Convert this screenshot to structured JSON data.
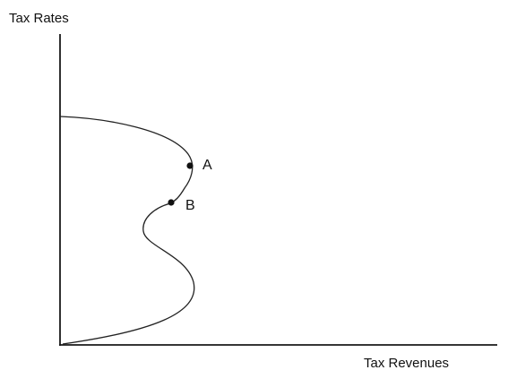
{
  "diagram": {
    "y_axis_label": "Tax Rates",
    "x_axis_label": "Tax Revenues",
    "points": [
      {
        "label": "A"
      },
      {
        "label": "B"
      }
    ],
    "colors": {
      "ink": "#111111",
      "background": "#ffffff"
    }
  }
}
